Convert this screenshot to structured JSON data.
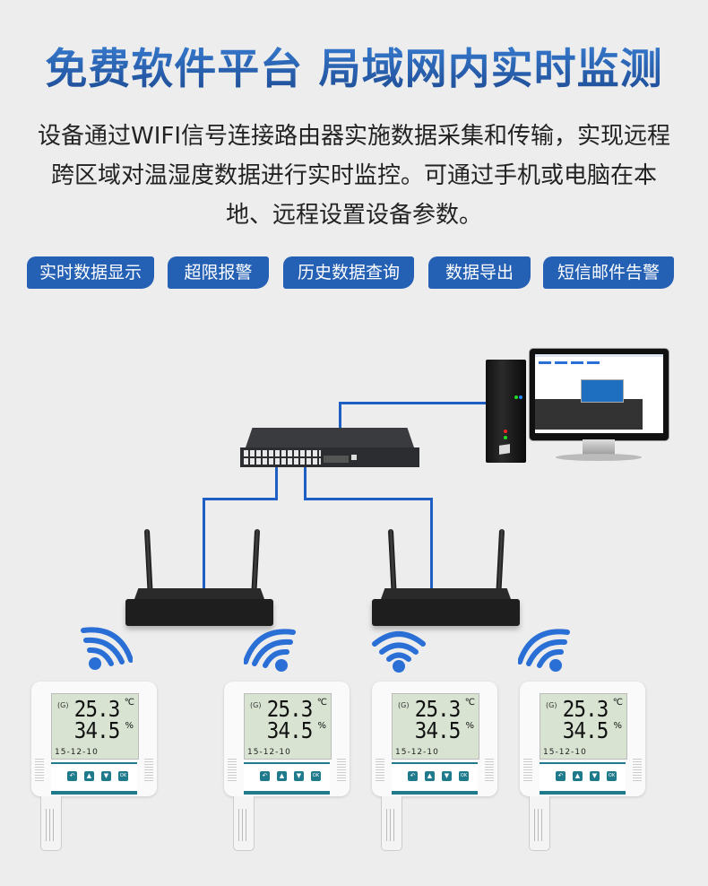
{
  "header": {
    "title": "免费软件平台 局域网内实时监测",
    "description": "设备通过WIFI信号连接路由器实施数据采集和传输，实现远程跨区域对温湿度数据进行实时监控。可通过手机或电脑在本地、远程设置设备参数。"
  },
  "features": [
    {
      "label": "实时数据显示"
    },
    {
      "label": "超限报警"
    },
    {
      "label": "历史数据查询"
    },
    {
      "label": "数据导出"
    },
    {
      "label": "短信邮件告警"
    }
  ],
  "diagram": {
    "nodes": [
      "computer",
      "network-switch",
      "wifi-router-1",
      "wifi-router-2",
      "sensor-1",
      "sensor-2",
      "sensor-3",
      "sensor-4"
    ],
    "line_color": "#1f5fc4",
    "wifi_icon_color": "#2a6fd6"
  },
  "sensors": [
    {
      "temperature": "25.3",
      "temp_unit": "℃",
      "humidity": "34.5",
      "hum_unit": "%",
      "date": "15-12-10",
      "buttons": [
        "↶",
        "▲",
        "▼",
        "OK"
      ]
    },
    {
      "temperature": "25.3",
      "temp_unit": "℃",
      "humidity": "34.5",
      "hum_unit": "%",
      "date": "15-12-10",
      "buttons": [
        "↶",
        "▲",
        "▼",
        "OK"
      ]
    },
    {
      "temperature": "25.3",
      "temp_unit": "℃",
      "humidity": "34.5",
      "hum_unit": "%",
      "date": "15-12-10",
      "buttons": [
        "↶",
        "▲",
        "▼",
        "OK"
      ]
    },
    {
      "temperature": "25.3",
      "temp_unit": "℃",
      "humidity": "34.5",
      "hum_unit": "%",
      "date": "15-12-10",
      "buttons": [
        "↶",
        "▲",
        "▼",
        "OK"
      ]
    }
  ],
  "colors": {
    "background": "#ededed",
    "title_blue": "#2a62b6",
    "tag_blue": "#2460b4",
    "panel_teal": "#1f7a8c"
  }
}
